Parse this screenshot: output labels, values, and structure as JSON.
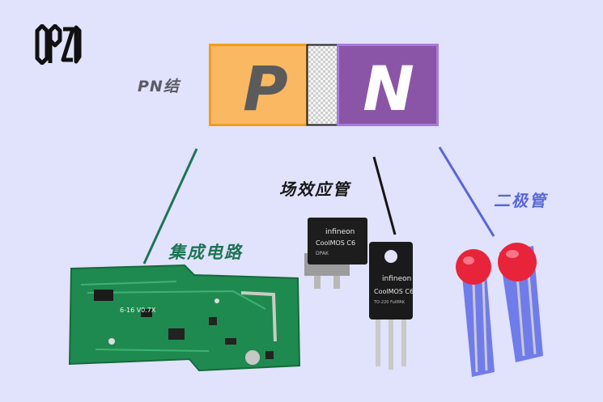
{
  "logo": {
    "icon": "opzd-monogram-logo",
    "color": "#111111"
  },
  "pn_junction": {
    "label": "PN结",
    "p_letter": "P",
    "n_letter": "N",
    "colors": {
      "p": "#fbb862",
      "n": "#8b55a7",
      "outline_p": "#f29c1e",
      "outline_n": "#a77bd8"
    }
  },
  "applications": {
    "ic": {
      "label": "集成电路",
      "color": "#1e7456"
    },
    "fet": {
      "label": "场效应管",
      "color": "#161616"
    },
    "diode": {
      "label": "二极管",
      "color": "#5767d8"
    }
  },
  "components": {
    "pcb_silkscreen": "6-16 V0.7X",
    "fet_brand": "infineon",
    "fet_series": "CoolMOS C6",
    "fet_pkg_small": "DPAK",
    "fet_pkg_large": "TO-220 FullPAK"
  }
}
